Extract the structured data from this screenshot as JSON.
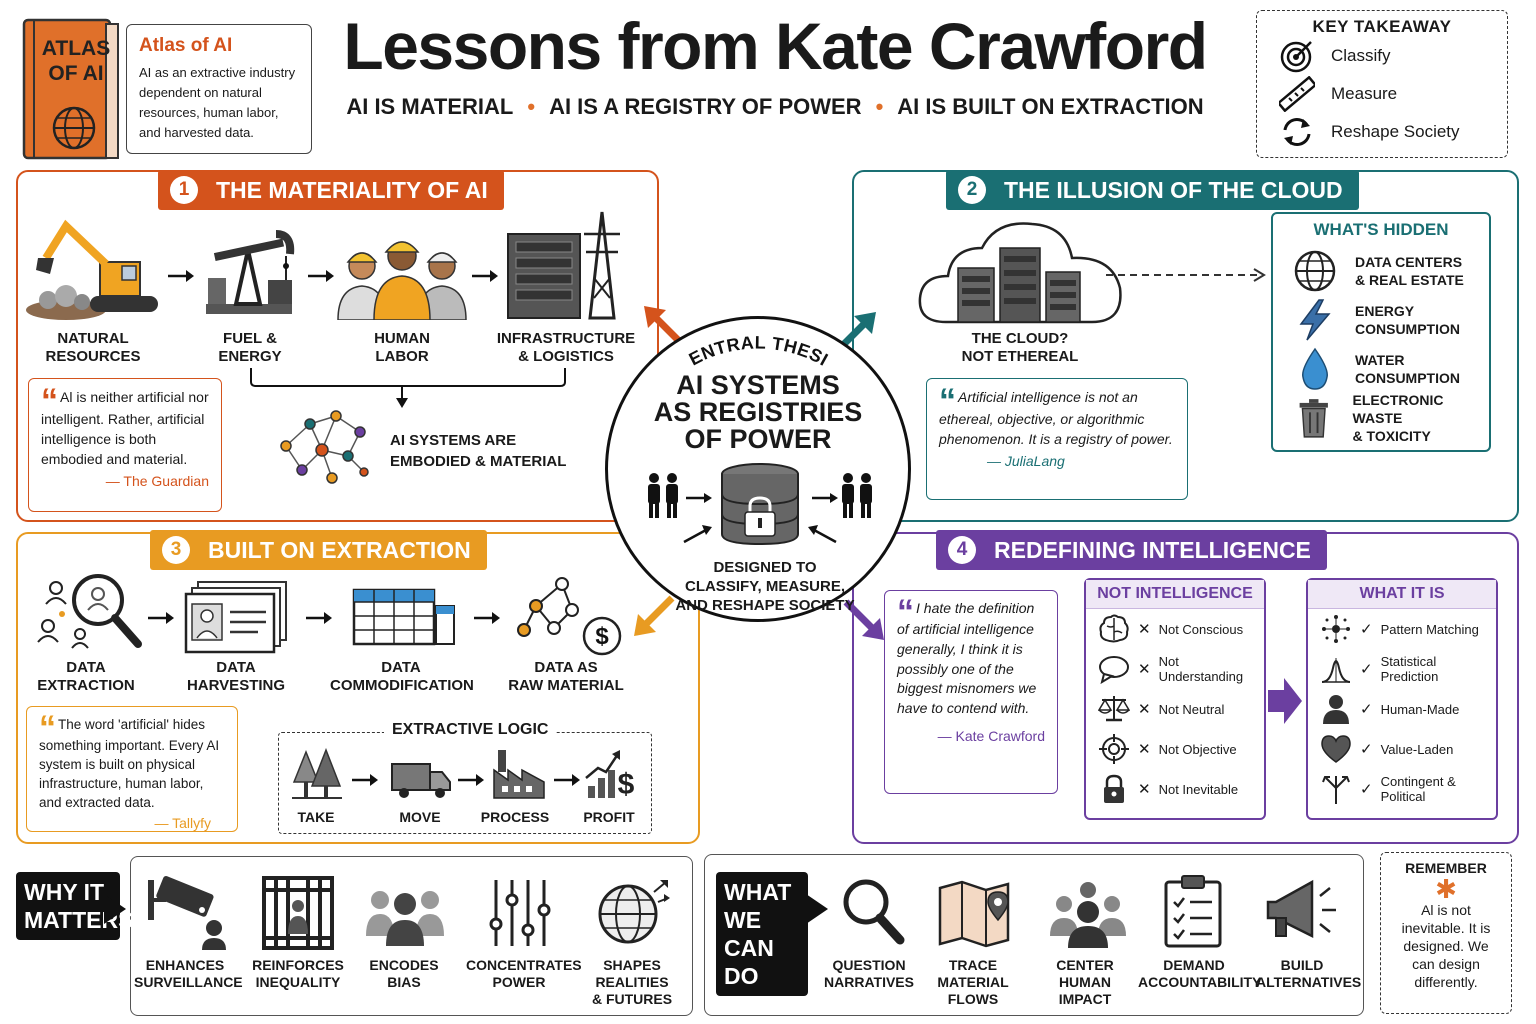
{
  "header": {
    "book_title_1": "ATLAS",
    "book_title_2": "OF AI",
    "card_title": "Atlas of AI",
    "card_text": "AI as an extractive industry dependent on natural resources, human labor, and harvested data.",
    "main_title": "Lessons from Kate Crawford",
    "subtitle": [
      "AI IS MATERIAL",
      "AI IS A REGISTRY OF POWER",
      "AI IS BUILT ON EXTRACTION"
    ]
  },
  "key_takeaway": {
    "title": "KEY TAKEAWAY",
    "items": [
      {
        "label": "Classify",
        "icon": "target-icon"
      },
      {
        "label": "Measure",
        "icon": "ruler-icon"
      },
      {
        "label": "Reshape Society",
        "icon": "cycle-icon"
      }
    ]
  },
  "section1": {
    "number": "1",
    "title": "THE MATERIALITY OF AI",
    "steps": [
      {
        "label1": "NATURAL",
        "label2": "RESOURCES",
        "icon": "excavator-icon"
      },
      {
        "label1": "FUEL &",
        "label2": "ENERGY",
        "icon": "oil-pump-icon"
      },
      {
        "label1": "HUMAN",
        "label2": "LABOR",
        "icon": "workers-icon"
      },
      {
        "label1": "INFRASTRUCTURE",
        "label2": "& LOGISTICS",
        "icon": "datacenter-icon"
      }
    ],
    "quote": "Al is neither artificial nor intelligent. Rather, artificial intelligence is both embodied and material.",
    "quote_source": "— The Guardian",
    "result1": "AI SYSTEMS ARE",
    "result2": "EMBODIED & MATERIAL"
  },
  "section2": {
    "number": "2",
    "title": "THE ILLUSION OF THE CLOUD",
    "cloud_label1": "THE CLOUD?",
    "cloud_label2": "NOT ETHEREAL",
    "quote": "Artificial intelligence is not an ethereal, objective, or algorithmic phenomenon. It is a registry of power.",
    "quote_source": "— JuliaLang",
    "hidden_title": "WHAT'S HIDDEN",
    "hidden": [
      {
        "l1": "DATA CENTERS",
        "l2": "& REAL ESTATE",
        "icon": "globe-icon"
      },
      {
        "l1": "ENERGY",
        "l2": "CONSUMPTION",
        "icon": "lightning-icon"
      },
      {
        "l1": "WATER",
        "l2": "CONSUMPTION",
        "icon": "water-drop-icon"
      },
      {
        "l1": "ELECTRONIC WASTE",
        "l2": "& TOXICITY",
        "icon": "trash-icon"
      }
    ]
  },
  "central": {
    "arc": "CENTRAL THESIS",
    "title1": "AI SYSTEMS",
    "title2": "AS REGISTRIES",
    "title3": "OF POWER",
    "sub1": "DESIGNED TO",
    "sub2": "CLASSIFY, MEASURE,",
    "sub3": "AND RESHAPE SOCIETY"
  },
  "section3": {
    "number": "3",
    "title": "BUILT ON EXTRACTION",
    "steps": [
      {
        "label1": "DATA",
        "label2": "EXTRACTION",
        "icon": "magnifier-people-icon"
      },
      {
        "label1": "DATA",
        "label2": "HARVESTING",
        "icon": "profile-cards-icon"
      },
      {
        "label1": "DATA",
        "label2": "COMMODIFICATION",
        "icon": "spreadsheet-icon"
      },
      {
        "label1": "DATA AS",
        "label2": "RAW MATERIAL",
        "icon": "network-dollar-icon"
      }
    ],
    "quote": "The word 'artificial' hides something important. Every AI system is built on physical infrastructure, human labor, and extracted data.",
    "quote_source": "— Tallyfy",
    "logic_title": "EXTRACTIVE LOGIC",
    "logic": [
      {
        "label": "TAKE",
        "icon": "trees-icon"
      },
      {
        "label": "MOVE",
        "icon": "truck-icon"
      },
      {
        "label": "PROCESS",
        "icon": "factory-icon"
      },
      {
        "label": "PROFIT",
        "icon": "profit-icon"
      }
    ]
  },
  "section4": {
    "number": "4",
    "title": "REDEFINING INTELLIGENCE",
    "quote": "I hate the definition of artificial intelligence generally, I think it is possibly one of the biggest misnomers we have to contend with.",
    "quote_source": "— Kate Crawford",
    "not_title": "NOT INTELLIGENCE",
    "not_items": [
      {
        "label": "Not Conscious",
        "icon": "brain-icon"
      },
      {
        "label": "Not Understanding",
        "icon": "speech-bubble-icon"
      },
      {
        "label": "Not Neutral",
        "icon": "scales-icon"
      },
      {
        "label": "Not Objective",
        "icon": "crosshair-icon"
      },
      {
        "label": "Not Inevitable",
        "icon": "lock-icon"
      }
    ],
    "is_title": "WHAT IT IS",
    "is_items": [
      {
        "label": "Pattern Matching",
        "icon": "pattern-icon"
      },
      {
        "label": "Statistical Prediction",
        "icon": "bell-curve-icon"
      },
      {
        "label": "Human-Made",
        "icon": "person-icon"
      },
      {
        "label": "Value-Laden",
        "icon": "heart-icon"
      },
      {
        "label": "Contingent & Political",
        "icon": "branch-arrows-icon"
      }
    ]
  },
  "why": {
    "label1": "WHY IT",
    "label2": "MATTERS",
    "items": [
      {
        "l1": "ENHANCES",
        "l2": "SURVEILLANCE",
        "icon": "camera-icon"
      },
      {
        "l1": "REINFORCES",
        "l2": "INEQUALITY",
        "icon": "cage-icon"
      },
      {
        "l1": "ENCODES",
        "l2": "BIAS",
        "icon": "group-icon"
      },
      {
        "l1": "CONCENTRATES",
        "l2": "POWER",
        "icon": "sliders-icon"
      },
      {
        "l1": "SHAPES REALITIES",
        "l2": "& FUTURES",
        "icon": "globe-arrows-icon"
      }
    ]
  },
  "what": {
    "label1": "WHAT WE",
    "label2": "CAN DO",
    "items": [
      {
        "l1": "QUESTION",
        "l2": "NARRATIVES",
        "icon": "search-icon"
      },
      {
        "l1": "TRACE",
        "l2": "MATERIAL FLOWS",
        "icon": "map-icon"
      },
      {
        "l1": "CENTER",
        "l2": "HUMAN IMPACT",
        "icon": "people-icon"
      },
      {
        "l1": "DEMAND",
        "l2": "ACCOUNTABILITY",
        "icon": "checklist-icon"
      },
      {
        "l1": "BUILD",
        "l2": "ALTERNATIVES",
        "icon": "megaphone-icon"
      }
    ]
  },
  "remember": {
    "title": "REMEMBER",
    "text": "Al is not inevitable. It is designed. We can design differently."
  },
  "colors": {
    "orange": "#d4531c",
    "teal": "#1a6f73",
    "amber": "#e89b22",
    "purple": "#6b3fa0"
  }
}
